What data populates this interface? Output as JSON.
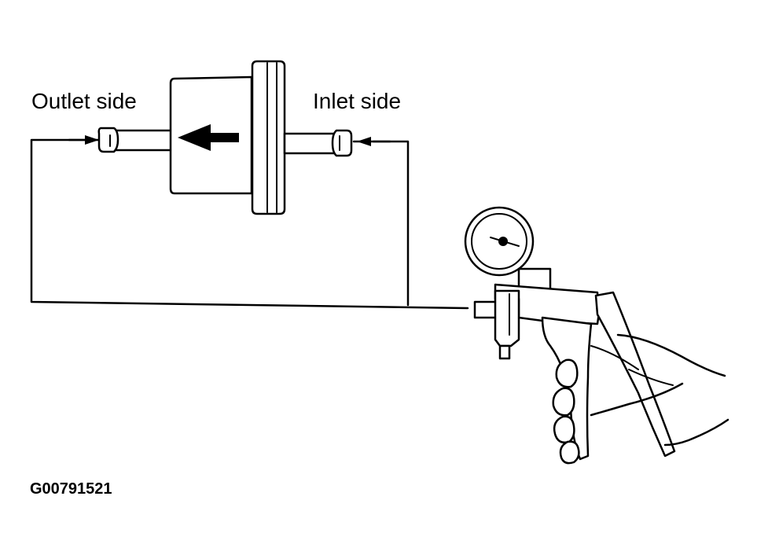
{
  "labels": {
    "outlet": "Outlet side",
    "inlet": "Inlet side"
  },
  "figure_code": "G00791521",
  "flow_direction": "inlet-to-outlet (right to left)",
  "colors": {
    "ink": "#000000",
    "background": "#ffffff"
  },
  "icons": {
    "flow_arrow": "arrow-left-icon",
    "gauge": "pressure-gauge-icon",
    "hand": "hand-icon"
  }
}
